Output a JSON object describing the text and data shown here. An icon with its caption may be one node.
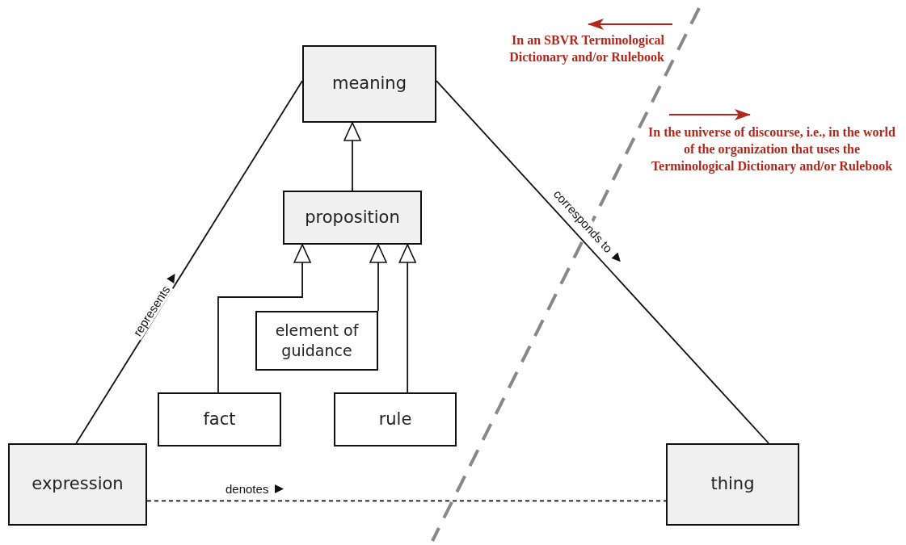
{
  "diagram": {
    "nodes": [
      {
        "text": [
          "meaning"
        ]
      },
      {
        "text": [
          "proposition"
        ]
      },
      {
        "text": [
          "element of guidance"
        ]
      },
      {
        "text": [
          "fact"
        ]
      },
      {
        "text": [
          "rule"
        ]
      },
      {
        "text": [
          "expression"
        ]
      },
      {
        "text": [
          "thing"
        ]
      }
    ],
    "edges": [
      {
        "from": 1,
        "to": 0,
        "arrow": "to"
      },
      {
        "from": 3,
        "to": 1,
        "arrow": "to"
      },
      {
        "from": 2,
        "to": 1,
        "arrow": "to"
      },
      {
        "from": 4,
        "to": 1,
        "arrow": "to"
      },
      {
        "from": 5,
        "to": 0,
        "arrow": "none",
        "label": "represents"
      },
      {
        "from": 0,
        "to": 6,
        "arrow": "none",
        "label": "corresponds to"
      },
      {
        "from": 5,
        "to": 6,
        "arrow": "none",
        "label": "denotes",
        "style": "dashed"
      }
    ],
    "labels": [
      "In an SBVR Terminological Dictionary and/or Rulebook",
      "In the universe of discourse, i.e., in the world of the organization that uses the Terminological Dictionary and/or Rulebook"
    ]
  }
}
